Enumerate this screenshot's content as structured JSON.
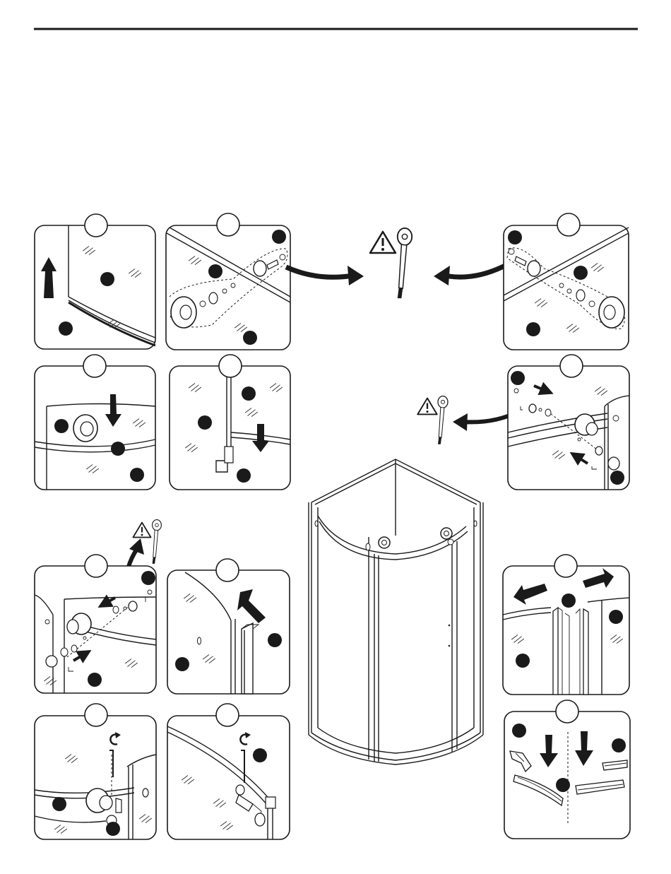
{
  "header": {
    "rule_color": "#1a1a1a"
  },
  "panels": [
    {
      "id": "p1",
      "step_label": ""
    },
    {
      "id": "p2",
      "step_label": ""
    },
    {
      "id": "p3",
      "step_label": ""
    },
    {
      "id": "p4",
      "step_label": ""
    },
    {
      "id": "p5",
      "step_label": ""
    },
    {
      "id": "p6",
      "step_label": ""
    },
    {
      "id": "p7",
      "step_label": ""
    },
    {
      "id": "p8",
      "step_label": ""
    },
    {
      "id": "p9",
      "step_label": ""
    },
    {
      "id": "p10",
      "step_label": ""
    },
    {
      "id": "p11",
      "step_label": ""
    },
    {
      "id": "p12",
      "step_label": ""
    }
  ],
  "icons": [
    "warning-triangle-icon",
    "wrench-tool-icon",
    "curved-arrow-icon",
    "straight-arrow-icon",
    "allen-key-icon",
    "rotate-arrow-icon"
  ],
  "warning_symbol": "!",
  "colors": {
    "ink": "#1a1a1a",
    "paper": "#ffffff"
  }
}
